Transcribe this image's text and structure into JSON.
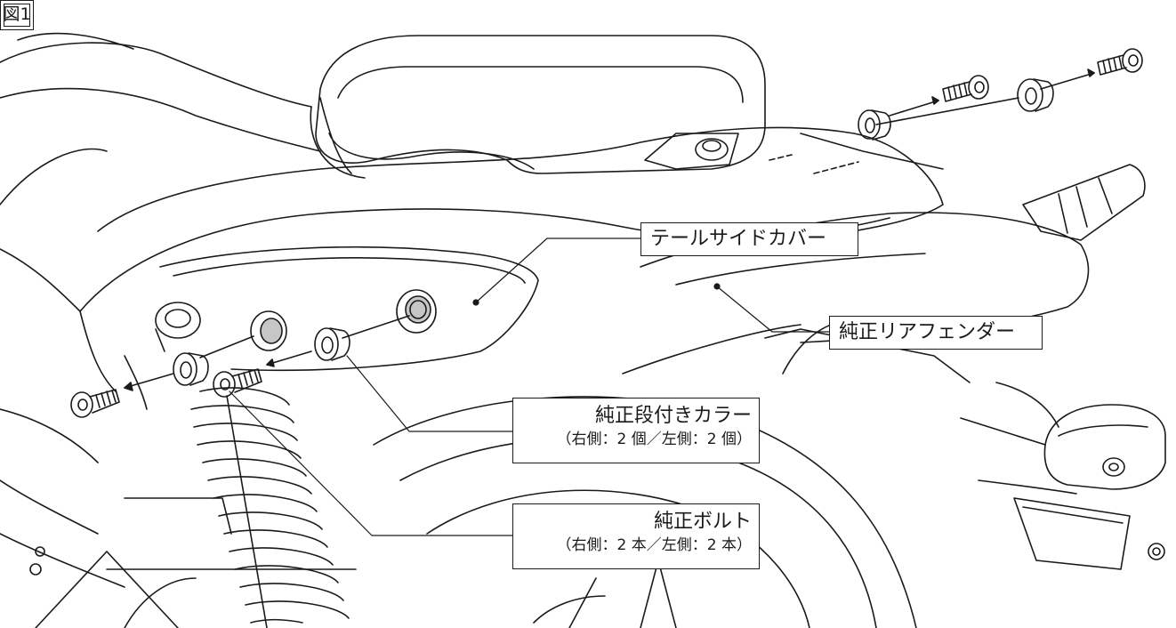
{
  "figure_tag": "図1",
  "labels": {
    "tail_side_cover": "テールサイドカバー",
    "rear_fender": "純正リアフェンダー",
    "collar": {
      "title": "純正段付きカラー",
      "note": "（右側：2 個／左側：2 個）"
    },
    "bolt": {
      "title": "純正ボルト",
      "note": "（右側：2 本／左側：2 本）"
    }
  }
}
